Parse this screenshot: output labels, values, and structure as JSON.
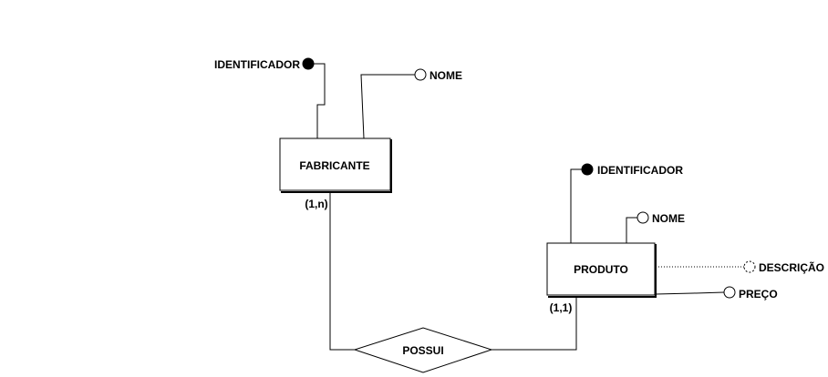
{
  "diagram": {
    "entities": {
      "fabricante": {
        "name": "FABRICANTE"
      },
      "produto": {
        "name": "PRODUTO"
      }
    },
    "relationship": {
      "name": "POSSUI"
    },
    "cardinalities": {
      "fabricante_side": "(1,n)",
      "produto_side": "(1,1)"
    },
    "attributes": {
      "fabricante": [
        {
          "label": "IDENTIFICADOR",
          "kind": "identifier"
        },
        {
          "label": "NOME",
          "kind": "simple"
        }
      ],
      "produto": [
        {
          "label": "IDENTIFICADOR",
          "kind": "identifier"
        },
        {
          "label": "NOME",
          "kind": "simple"
        },
        {
          "label": "DESCRIÇÃO",
          "kind": "optional"
        },
        {
          "label": "PREÇO",
          "kind": "simple"
        }
      ]
    }
  }
}
